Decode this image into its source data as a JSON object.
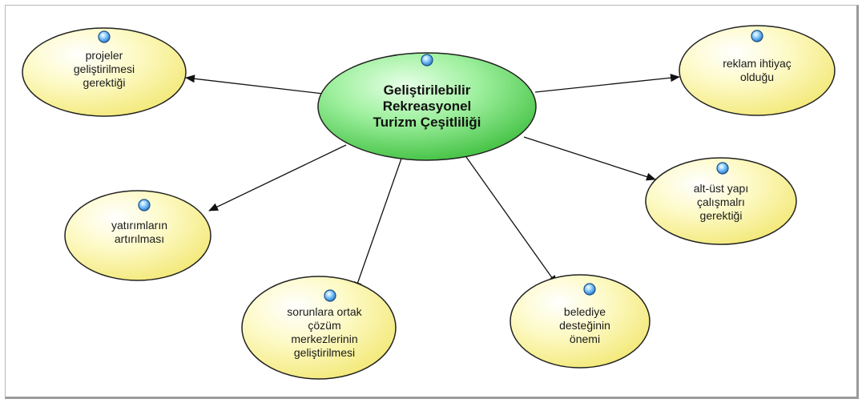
{
  "central": {
    "label": "Geliştirilebilir\nRekreasyonel\nTurizm Çeşitliliği",
    "color": "#7fe07f"
  },
  "nodes": [
    {
      "id": "projeler",
      "label": "projeler\ngeliştirilmesi\ngerektiği"
    },
    {
      "id": "reklam",
      "label": "reklam ihtiyaç\nolduğu"
    },
    {
      "id": "yatirimlar",
      "label": "yatırımların\nartırılması"
    },
    {
      "id": "altust",
      "label": "alt-üst yapı\nçalışmalrı\ngerektiği"
    },
    {
      "id": "sorunlar",
      "label": "sorunlara ortak\nçözüm\nmerkezlerinin\ngeliştirilmesi"
    },
    {
      "id": "belediye",
      "label": "belediye\ndesteğinin\nönemi"
    }
  ],
  "colors": {
    "node_fill": "#fbf7a8",
    "node_stroke": "#222222",
    "arrow": "#111111",
    "marker": "#3a8fd8"
  },
  "icons": {
    "node_marker": "blue-dot-icon"
  }
}
